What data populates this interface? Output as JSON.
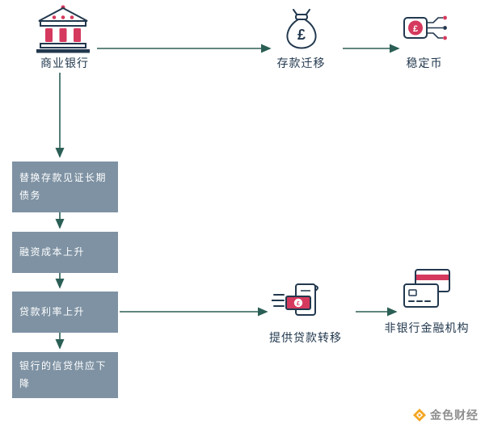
{
  "diagram": {
    "bank_label": "商业银行",
    "deposit_label": "存款迁移",
    "stablecoin_label": "稳定币",
    "loan_label": "提供贷款转移",
    "nonbank_label": "非银行金融机构",
    "boxes": [
      {
        "label": "替换存款见证长期债务"
      },
      {
        "label": "融资成本上升"
      },
      {
        "label": "贷款利率上升"
      },
      {
        "label": "银行的信贷供应下降"
      }
    ],
    "currency_symbol": "£"
  },
  "watermark": {
    "label": "金色财经"
  },
  "colors": {
    "navy": "#22384e",
    "red": "#d53a5e",
    "arrow": "#2b5f55",
    "box_gray": "#7e92a3",
    "watermark_orange": "#f5a623"
  }
}
